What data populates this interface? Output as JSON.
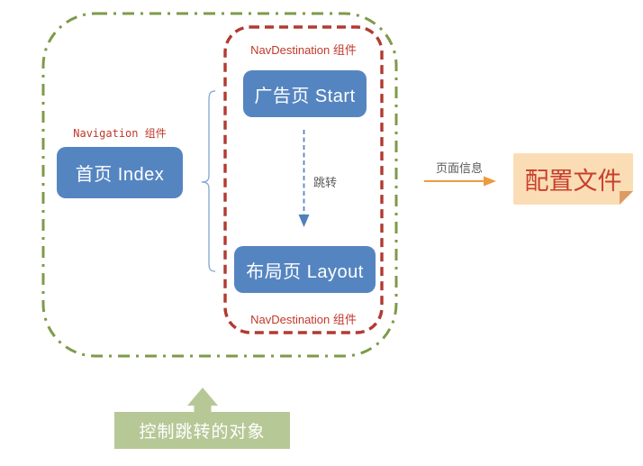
{
  "diagram": {
    "navigation_group_label": "Navigation 组件",
    "navdestination_label_top": "NavDestination 组件",
    "navdestination_label_bottom": "NavDestination 组件",
    "index_node_label": "首页 Index",
    "start_node_label": "广告页 Start",
    "layout_node_label": "布局页 Layout",
    "jump_arrow_label": "跳转",
    "page_info_arrow_label": "页面信息",
    "config_file_label": "配置文件",
    "control_target_label": "控制跳转的对象"
  },
  "colors": {
    "box_blue": "#5585c1",
    "outer_green": "#7d9b49",
    "red_border": "#b23a31",
    "label_red": "#c0392b",
    "bracket_blue": "#8aabd5",
    "arrow_blue": "#4d82bc",
    "text_gray": "#595959",
    "orange": "#ec9a3f",
    "peach": "#fbddb5",
    "fold_orange": "#dc9b63",
    "config_red": "#c7402e",
    "sage": "#b7c897"
  }
}
